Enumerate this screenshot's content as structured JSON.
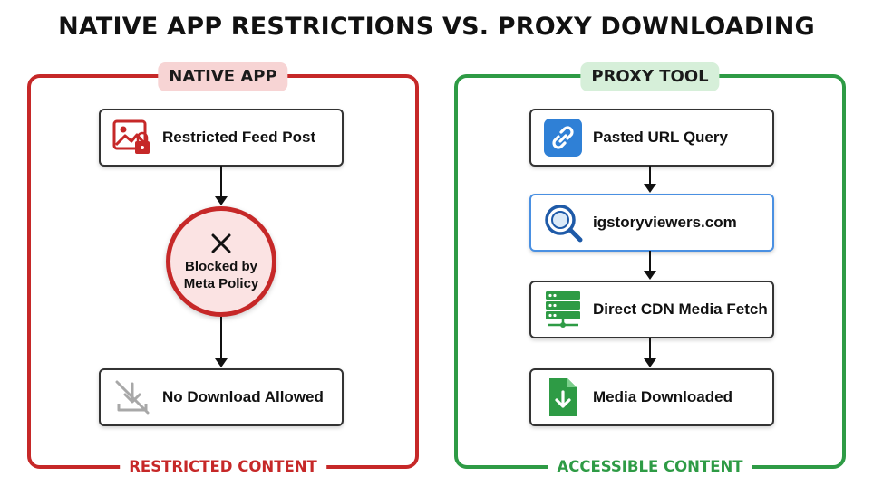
{
  "title": "NATIVE APP RESTRICTIONS VS. PROXY DOWNLOADING",
  "left_panel": {
    "header": "NATIVE APP",
    "footer": "RESTRICTED CONTENT",
    "color": "#c62828",
    "nodes": {
      "restricted_post": {
        "label": "Restricted Feed Post",
        "icon": "locked-image-icon"
      },
      "no_download": {
        "label": "No Download Allowed",
        "icon": "download-blocked-icon"
      }
    },
    "blocked": {
      "line1": "Blocked by",
      "line2": "Meta Policy",
      "icon": "x-icon"
    }
  },
  "right_panel": {
    "header": "PROXY TOOL",
    "footer": "ACCESSIBLE CONTENT",
    "color": "#2e9b45",
    "nodes": {
      "pasted_url": {
        "label": "Pasted URL Query",
        "icon": "link-icon"
      },
      "site": {
        "label": "igstoryviewers.com",
        "icon": "magnifier-icon"
      },
      "cdn_fetch": {
        "label": "Direct CDN Media Fetch",
        "icon": "server-icon"
      },
      "downloaded": {
        "label": "Media Downloaded",
        "icon": "file-download-icon"
      }
    }
  }
}
